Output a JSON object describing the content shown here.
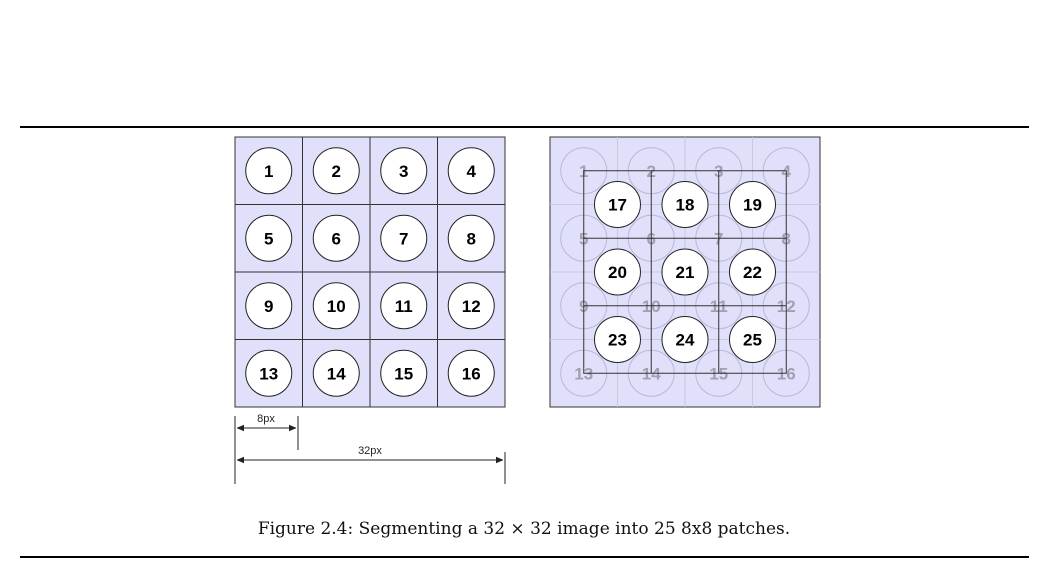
{
  "colors": {
    "panel_fill": "#e0e0fb",
    "grid_line": "#333333",
    "faded_circle": "#b8b8d8",
    "faded_number": "#a0a0b4"
  },
  "figure": {
    "grid_patches": [
      "1",
      "2",
      "3",
      "4",
      "5",
      "6",
      "7",
      "8",
      "9",
      "10",
      "11",
      "12",
      "13",
      "14",
      "15",
      "16"
    ],
    "overlap_patches": [
      "17",
      "18",
      "19",
      "20",
      "21",
      "22",
      "23",
      "24",
      "25"
    ],
    "dim_small": "8px",
    "dim_large": "32px",
    "caption": "Figure 2.4: Segmenting a 32 × 32 image into 25 8x8 patches."
  }
}
